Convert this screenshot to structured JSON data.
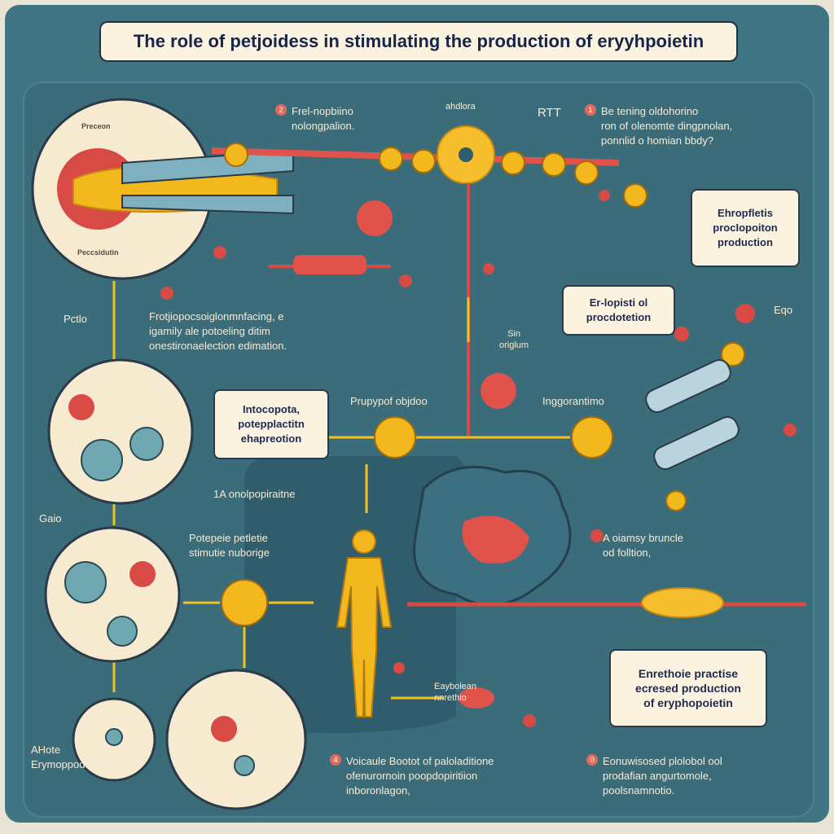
{
  "title": "The role of petjoidess in stimulating the production of eryyhpoietin",
  "big_circle": {
    "top_label": "Preceon",
    "bottom_label": "Peccsidutin"
  },
  "notes": {
    "note1": {
      "badge": "2",
      "text": "Frel-nopbiino\nnolongpalion."
    },
    "ahdlora": "ahdlora",
    "rtt": "RTT",
    "note2": {
      "badge": "1",
      "text": "Be tening oldohorino\nron of olenomte dingpnolan,\nponnlid o homian bbdy?"
    },
    "pctlo": "Pctlo",
    "paragraph": "Frotjiopocsoiglonmnfacing, e\nigamily ale potoeling ditim\nonestironaelection edimation.",
    "sin": "Sin\noriglum",
    "eqo": "Eqo",
    "prupypof": "Prupypof objdoo",
    "ingg": "Inggorantimo",
    "onol": "1A onolpopiraitne",
    "gaio": "Gaio",
    "potepeie": "Potepeie petletie\nstimutie nuborige",
    "aoiamsy": "A oiamsy bruncle\nod folltion,",
    "eaybolean": "Eaybolean\nnnrethio",
    "ahote": "AHote\nErymoppodullens",
    "bottom1": {
      "badge": "4",
      "text": "Voicaule Bootot of paloladitione\nofenurornoin poopdopiritiion\ninboronlagon,"
    },
    "bottom2": {
      "badge": "0",
      "text": "Eonuwisosed plolobol ool\nprodafian angurtomole,\npoolsnamnotio."
    }
  },
  "boxes": {
    "ehrop": "Ehropfletis\nprocIopoiton\nproduction",
    "erlop": "Er-lopisti ol\nprocdotetion",
    "intoc": "Intocopota,\npotepplactitn\nehapreotion",
    "enreth": "Enrethoie practise\necresed production\nof eryphopoietin"
  },
  "colors": {
    "background": "#3f7482",
    "cream": "#fbf3df",
    "gold": "#f2b81e",
    "red": "#e0524a",
    "teal_cell": "#6fa8b0"
  }
}
